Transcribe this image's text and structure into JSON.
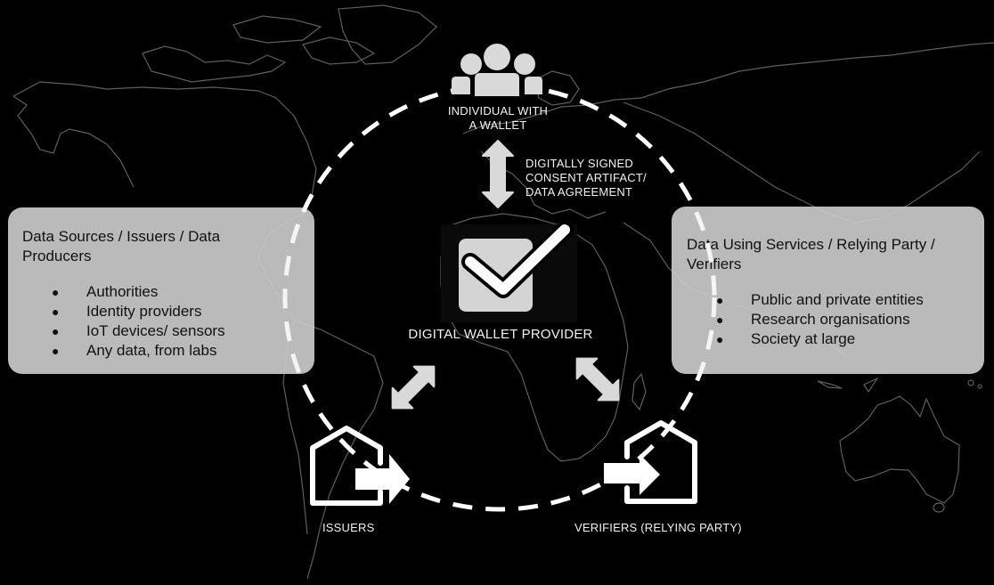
{
  "center": {
    "individual": {
      "line1": "INDIVIDUAL WITH",
      "line2": "A  WALLET",
      "icon": "people-group-icon"
    },
    "consent": {
      "line1": "DIGITALLY SIGNED",
      "line2": "CONSENT ARTIFACT/",
      "line3": "DATA AGREEMENT"
    },
    "provider": {
      "label": "DIGITAL WALLET PROVIDER",
      "icon": "checkbox-checked-icon"
    },
    "issuers": {
      "label": "ISSUERS",
      "icon": "house-export-icon"
    },
    "verifiers": {
      "label": "VERIFIERS (RELYING PARTY)",
      "icon": "house-import-icon"
    }
  },
  "left_box": {
    "title_line1": "Data Sources / Issuers / Data",
    "title_line2": "Producers",
    "bullet": "●",
    "items": [
      "Authorities",
      "Identity providers",
      "IoT devices/ sensors",
      "Any data, from labs"
    ]
  },
  "right_box": {
    "title_line1": "Data Using Services / Relying Party /",
    "title_line2": "Verifiers",
    "bullet": "●",
    "items": [
      "Public and private entities",
      "Research organisations",
      "Society at large"
    ]
  },
  "colors": {
    "background": "#000000",
    "box_fill": "#c8c8c8",
    "icon_fill": "#d9d9d9",
    "foreground": "#ffffff",
    "map_outline": "#5e5e5e"
  }
}
